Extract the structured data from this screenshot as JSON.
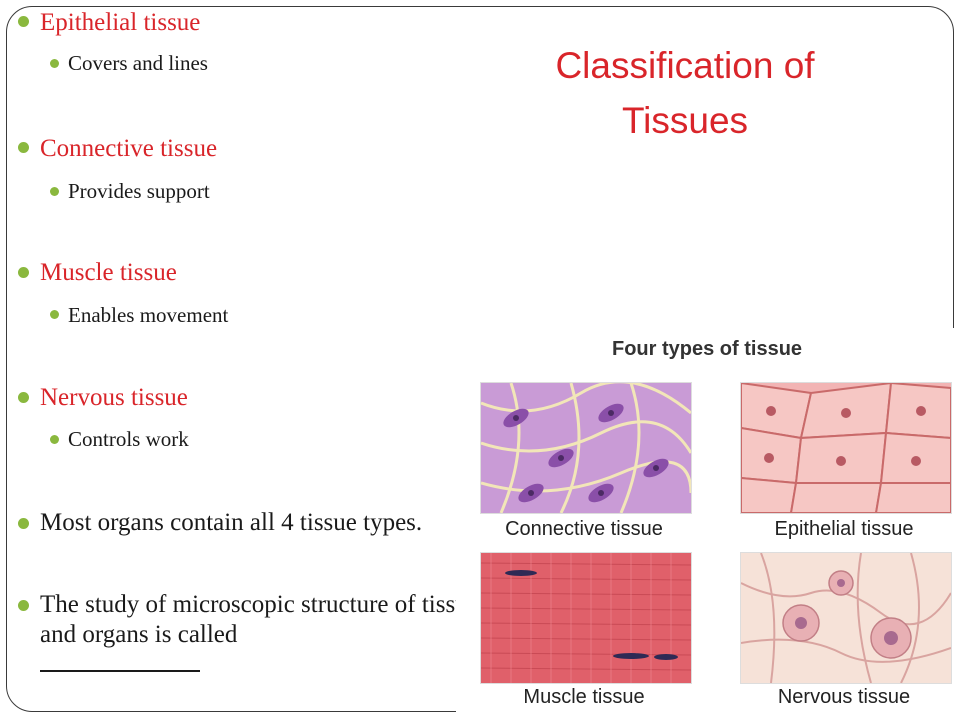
{
  "slide": {
    "title": "Classification of Tissues",
    "bullets": [
      {
        "label": "Epithelial tissue",
        "sub": "Covers and lines"
      },
      {
        "label": "Connective tissue",
        "sub": "Provides support"
      },
      {
        "label": "Muscle tissue",
        "sub": "Enables movement"
      },
      {
        "label": "Nervous tissue",
        "sub": "Controls work"
      }
    ],
    "para1": "Most organs contain all 4 tissue types.",
    "para2": "The study of microscopic structure of tissues and organs is called"
  },
  "figure": {
    "title": "Four types of tissue",
    "captions": {
      "connective": "Connective tissue",
      "epithelial": "Epithelial tissue",
      "muscle": "Muscle tissue",
      "nervous": "Nervous tissue"
    }
  },
  "colors": {
    "heading_red": "#d9252a",
    "bullet_green": "#8ab83e"
  }
}
